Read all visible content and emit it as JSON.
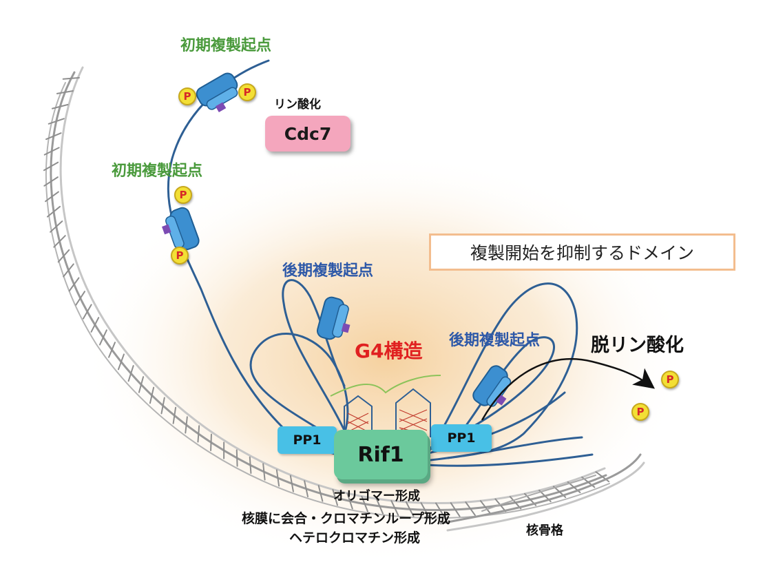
{
  "labels": {
    "early_origin_top": "初期複製起点",
    "early_origin_mid": "初期複製起点",
    "late_origin_left": "後期複製起点",
    "late_origin_right": "後期複製起点",
    "phosphorylation": "リン酸化",
    "dephosphorylation": "脱リン酸化",
    "g4": "G4構造",
    "domain": "複製開始を抑制するドメイン",
    "oligomer": "オリゴマー形成",
    "nuclear_membrane": "核膜に会合・クロマチンループ形成",
    "heterochromatin": "ヘテロクロマチン形成",
    "nuclear_matrix": "核骨格"
  },
  "proteins": {
    "cdc7": "Cdc7",
    "rif1": "Rif1",
    "pp1_left": "PP1",
    "pp1_right": "PP1"
  },
  "phospho_symbol": "P",
  "colors": {
    "early_label": "#4a9a3c",
    "late_label": "#2d58a8",
    "g4_label": "#e02020",
    "dna": "#2e5f94",
    "cdc7": "#f4a6bd",
    "pp1": "#48c0e6",
    "rif1": "#6bc99c",
    "phospho": "#f3df35",
    "domain_glow": "#f7d9ae"
  }
}
